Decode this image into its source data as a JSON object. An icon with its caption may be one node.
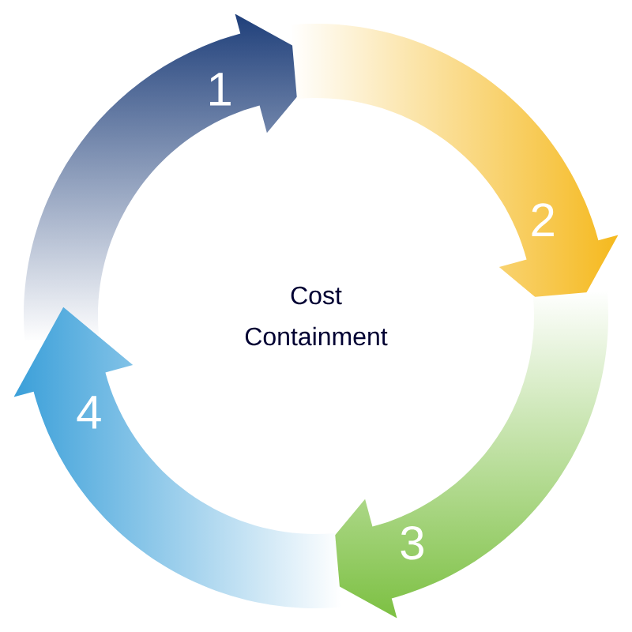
{
  "diagram": {
    "nodes": [
      {
        "text": [
          "1"
        ]
      },
      {
        "text": [
          "2"
        ]
      },
      {
        "text": [
          "3"
        ]
      },
      {
        "text": [
          "4"
        ]
      }
    ],
    "labels": [
      "Cost Containment"
    ]
  }
}
